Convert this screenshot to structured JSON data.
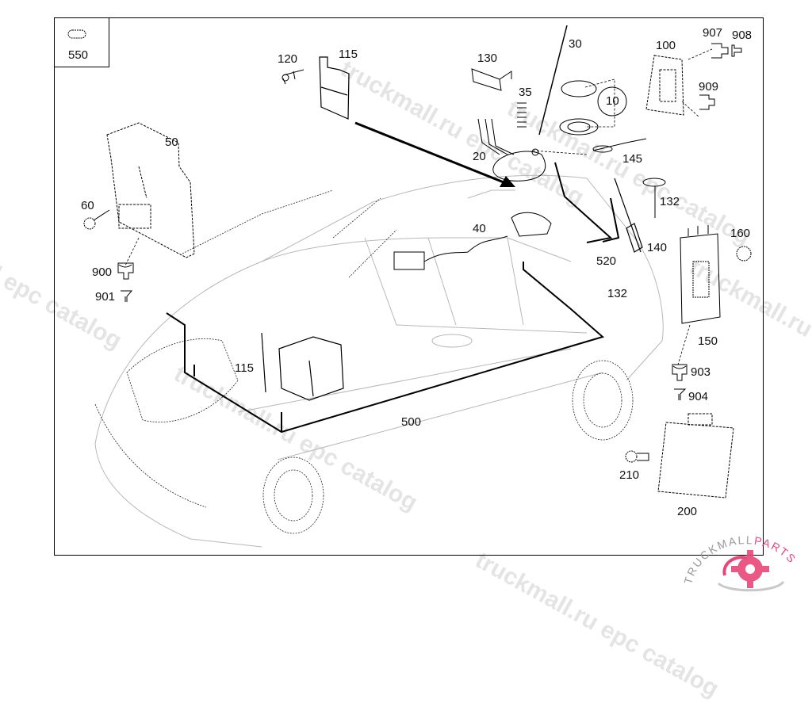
{
  "diagram": {
    "type": "parts-exploded-view",
    "subject": "Vehicle telematics / telephone & antenna wiring",
    "inset_part": "550",
    "callouts": [
      {
        "id": "c550",
        "label": "550"
      },
      {
        "id": "c120",
        "label": "120"
      },
      {
        "id": "c115a",
        "label": "115"
      },
      {
        "id": "c130",
        "label": "130"
      },
      {
        "id": "c30",
        "label": "30"
      },
      {
        "id": "c100",
        "label": "100"
      },
      {
        "id": "c907",
        "label": "907"
      },
      {
        "id": "c908",
        "label": "908"
      },
      {
        "id": "c909",
        "label": "909"
      },
      {
        "id": "c35",
        "label": "35"
      },
      {
        "id": "c10",
        "label": "10"
      },
      {
        "id": "c20",
        "label": "20"
      },
      {
        "id": "c145",
        "label": "145"
      },
      {
        "id": "c50",
        "label": "50"
      },
      {
        "id": "c60",
        "label": "60"
      },
      {
        "id": "c900",
        "label": "900"
      },
      {
        "id": "c901",
        "label": "901"
      },
      {
        "id": "c132a",
        "label": "132"
      },
      {
        "id": "c40",
        "label": "40"
      },
      {
        "id": "c140",
        "label": "140"
      },
      {
        "id": "c160",
        "label": "160"
      },
      {
        "id": "c520",
        "label": "520"
      },
      {
        "id": "c132b",
        "label": "132"
      },
      {
        "id": "c150",
        "label": "150"
      },
      {
        "id": "c115b",
        "label": "115"
      },
      {
        "id": "c903",
        "label": "903"
      },
      {
        "id": "c904",
        "label": "904"
      },
      {
        "id": "c500",
        "label": "500"
      },
      {
        "id": "c210",
        "label": "210"
      },
      {
        "id": "c200",
        "label": "200"
      }
    ]
  },
  "watermarks": [
    "truckmall.ru epc catalog",
    "truckmall.ru epc catalog",
    "truckmall.ru epc catalog",
    "l epc catalog",
    "truckmall.ru epc catalog",
    "truckmall.ru e"
  ],
  "logo": {
    "text_dark": "TRUCKMALL",
    "text_accent": "PARTS",
    "accent_color": "#e8477a",
    "dark_color": "#9a9a9a"
  }
}
